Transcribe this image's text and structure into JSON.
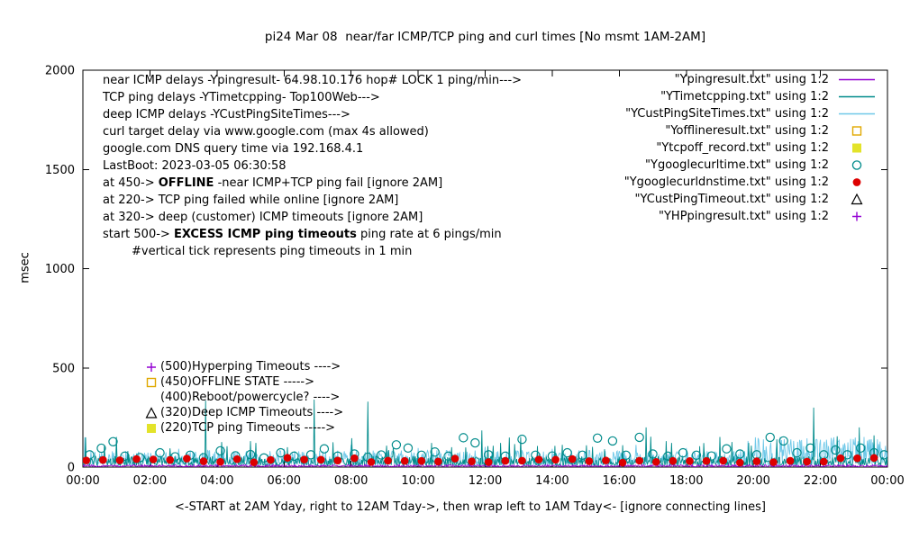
{
  "title": "pi24 Mar 08  near/far ICMP/TCP ping and curl times [No msmt 1AM-2AM]",
  "ylabel": "msec",
  "xlabel": "<-START at 2AM Yday, right to 12AM Tday->, then wrap left to 1AM Tday<- [ignore connecting lines]",
  "annotations_top": [
    {
      "segments": [
        {
          "t": "near ICMP delays -Ypingresult- 64.98.10.176 hop# LOCK 1 ping/min--->",
          "b": false
        }
      ]
    },
    {
      "segments": [
        {
          "t": "TCP ping delays -YTimetcpping- Top100Web--->",
          "b": false
        }
      ]
    },
    {
      "segments": [
        {
          "t": "deep ICMP delays -YCustPingSiteTimes--->",
          "b": false
        }
      ]
    },
    {
      "segments": [
        {
          "t": "curl target delay via www.google.com (max 4s allowed)",
          "b": false
        }
      ]
    },
    {
      "segments": [
        {
          "t": "google.com DNS query time via 192.168.4.1",
          "b": false
        }
      ]
    },
    {
      "segments": [
        {
          "t": "LastBoot: 2023-03-05 06:30:58",
          "b": false
        }
      ]
    },
    {
      "segments": [
        {
          "t": "at 450->  ",
          "b": false
        },
        {
          "t": "OFFLINE",
          "b": true
        },
        {
          "t": "  -near ICMP+TCP ping fail [ignore 2AM]",
          "b": false
        }
      ]
    },
    {
      "segments": [
        {
          "t": "at 220-> TCP ping failed while online [ignore 2AM]",
          "b": false
        }
      ]
    },
    {
      "segments": [
        {
          "t": "at 320-> deep (customer) ICMP timeouts [ignore 2AM]",
          "b": false
        }
      ]
    },
    {
      "segments": [
        {
          "t": "start 500->  ",
          "b": false
        },
        {
          "t": "EXCESS ICMP ping timeouts",
          "b": true
        },
        {
          "t": "  ping rate at 6 pings/min",
          "b": false
        }
      ]
    },
    {
      "segments": [
        {
          "t": "#vertical tick represents ping timeouts in 1 min",
          "b": false
        }
      ],
      "indent": true
    }
  ],
  "annotations_mid": [
    {
      "marker": "plus",
      "color": "#9400d3",
      "text": "(500)Hyperping Timeouts ---->"
    },
    {
      "marker": "open-square",
      "color": "#e0a800",
      "text": "(450)OFFLINE STATE ----->"
    },
    {
      "marker": "none",
      "color": "",
      "text": "(400)Reboot/powercycle? ---->"
    },
    {
      "marker": "open-triangle",
      "color": "#000000",
      "text": "(320)Deep ICMP Timeouts ---->"
    },
    {
      "marker": "filled-square",
      "color": "#e3e32a",
      "text": "(220)TCP ping Timeouts ----->"
    }
  ],
  "legend": [
    {
      "label": "\"Ypingresult.txt\" using 1:2",
      "marker": "line",
      "color": "#9400d3"
    },
    {
      "label": "\"YTimetcpping.txt\" using 1:2",
      "marker": "line",
      "color": "#008b8b"
    },
    {
      "label": "\"YCustPingSiteTimes.txt\" using 1:2",
      "marker": "line",
      "color": "#6fc8e8"
    },
    {
      "label": "\"Yofflineresult.txt\" using 1:2",
      "marker": "open-square",
      "color": "#e0a800"
    },
    {
      "label": "\"Ytcpoff_record.txt\" using 1:2",
      "marker": "filled-square",
      "color": "#e3e32a"
    },
    {
      "label": "\"Ygooglecurltime.txt\" using 1:2",
      "marker": "open-circle",
      "color": "#008b8b"
    },
    {
      "label": "\"Ygooglecurldnstime.txt\" using 1:2",
      "marker": "filled-circle",
      "color": "#dd0000"
    },
    {
      "label": "\"YCustPingTimeout.txt\" using 1:2",
      "marker": "open-triangle",
      "color": "#000000"
    },
    {
      "label": "\"YHPpingresult.txt\" using 1:2",
      "marker": "plus",
      "color": "#9400d3"
    }
  ],
  "chart_data": {
    "type": "line",
    "x_unit": "hour-of-day",
    "x_range": [
      0,
      24
    ],
    "y_range": [
      0,
      2000
    ],
    "x_ticks": [
      "00:00",
      "02:00",
      "04:00",
      "06:00",
      "08:00",
      "10:00",
      "12:00",
      "14:00",
      "16:00",
      "18:00",
      "20:00",
      "22:00",
      "00:00"
    ],
    "y_ticks": [
      0,
      500,
      1000,
      1500,
      2000
    ],
    "grid": false,
    "legend_position": "top-right-inside",
    "series": [
      {
        "name": "Ypingresult.txt",
        "style": "line",
        "color": "#9400d3",
        "baseline_msec": [
          2,
          12
        ],
        "spikes": []
      },
      {
        "name": "YTimetcpping.txt",
        "style": "line",
        "color": "#008b8b",
        "baseline_msec": [
          8,
          55
        ],
        "minor_spikes": {
          "rate": 0.012,
          "range": [
            80,
            160
          ]
        },
        "spikes": [
          [
            0.08,
            150
          ],
          [
            1.0,
            152
          ],
          [
            2.6,
            95
          ],
          [
            3.65,
            335
          ],
          [
            4.3,
            105
          ],
          [
            5.15,
            122
          ],
          [
            6.1,
            100
          ],
          [
            6.9,
            340
          ],
          [
            7.45,
            125
          ],
          [
            8.5,
            330
          ],
          [
            9.05,
            108
          ],
          [
            10.4,
            122
          ],
          [
            11.0,
            100
          ],
          [
            11.9,
            185
          ],
          [
            12.45,
            122
          ],
          [
            13.05,
            152
          ],
          [
            14.3,
            112
          ],
          [
            15.2,
            102
          ],
          [
            16.1,
            110
          ],
          [
            16.8,
            200
          ],
          [
            17.55,
            122
          ],
          [
            18.4,
            105
          ],
          [
            19.0,
            152
          ],
          [
            19.85,
            122
          ],
          [
            20.7,
            140
          ],
          [
            21.8,
            300
          ],
          [
            22.5,
            155
          ],
          [
            23.15,
            200
          ],
          [
            23.6,
            160
          ]
        ]
      },
      {
        "name": "YCustPingSiteTimes.txt",
        "style": "line",
        "color": "#6fc8e8",
        "baseline_msec": [
          10,
          85
        ],
        "ramp": {
          "from": 19.8,
          "max": 150
        },
        "spikes": [
          [
            0.05,
            150
          ],
          [
            1.0,
            128
          ],
          [
            2.85,
            92
          ],
          [
            4.2,
            102
          ],
          [
            6.0,
            92
          ],
          [
            8.0,
            112
          ],
          [
            10.0,
            96
          ],
          [
            12.0,
            102
          ],
          [
            14.0,
            92
          ],
          [
            16.5,
            112
          ],
          [
            18.0,
            96
          ],
          [
            20.3,
            140
          ],
          [
            20.8,
            152
          ],
          [
            21.2,
            132
          ],
          [
            21.6,
            145
          ],
          [
            22.0,
            138
          ],
          [
            22.4,
            150
          ],
          [
            22.9,
            142
          ],
          [
            23.3,
            152
          ],
          [
            23.7,
            140
          ]
        ]
      },
      {
        "name": "Yofflineresult.txt",
        "style": "points",
        "marker": "open-square",
        "color": "#e0a800",
        "points": []
      },
      {
        "name": "Ytcpoff_record.txt",
        "style": "points",
        "marker": "filled-square",
        "color": "#e3e32a",
        "points": []
      },
      {
        "name": "Ygooglecurltime.txt",
        "style": "points",
        "marker": "open-circle",
        "color": "#008b8b",
        "points": [
          [
            0.2,
            62
          ],
          [
            0.55,
            95
          ],
          [
            0.9,
            128
          ],
          [
            1.25,
            55
          ],
          [
            1.7,
            48
          ],
          [
            2.3,
            72
          ],
          [
            2.75,
            52
          ],
          [
            3.2,
            60
          ],
          [
            3.6,
            47
          ],
          [
            4.1,
            82
          ],
          [
            4.55,
            57
          ],
          [
            5.0,
            63
          ],
          [
            5.4,
            46
          ],
          [
            5.9,
            72
          ],
          [
            6.3,
            55
          ],
          [
            6.8,
            62
          ],
          [
            7.2,
            92
          ],
          [
            7.6,
            55
          ],
          [
            8.1,
            66
          ],
          [
            8.5,
            50
          ],
          [
            8.9,
            61
          ],
          [
            9.35,
            112
          ],
          [
            9.7,
            96
          ],
          [
            10.1,
            60
          ],
          [
            10.5,
            76
          ],
          [
            10.9,
            55
          ],
          [
            11.35,
            148
          ],
          [
            11.7,
            122
          ],
          [
            12.1,
            62
          ],
          [
            12.6,
            55
          ],
          [
            13.1,
            140
          ],
          [
            13.5,
            60
          ],
          [
            14.0,
            56
          ],
          [
            14.45,
            72
          ],
          [
            14.9,
            60
          ],
          [
            15.35,
            146
          ],
          [
            15.8,
            132
          ],
          [
            16.2,
            60
          ],
          [
            16.6,
            150
          ],
          [
            17.0,
            66
          ],
          [
            17.45,
            55
          ],
          [
            17.9,
            72
          ],
          [
            18.3,
            60
          ],
          [
            18.75,
            56
          ],
          [
            19.2,
            92
          ],
          [
            19.6,
            66
          ],
          [
            20.1,
            62
          ],
          [
            20.5,
            150
          ],
          [
            20.9,
            132
          ],
          [
            21.3,
            72
          ],
          [
            21.7,
            96
          ],
          [
            22.1,
            62
          ],
          [
            22.45,
            86
          ],
          [
            22.8,
            62
          ],
          [
            23.2,
            96
          ],
          [
            23.6,
            72
          ],
          [
            23.9,
            62
          ]
        ]
      },
      {
        "name": "Ygooglecurldnstime.txt",
        "style": "points",
        "marker": "filled-circle",
        "color": "#dd0000",
        "pattern": {
          "start": 0.1,
          "end": 23.9,
          "step": 0.5,
          "y_range": [
            22,
            48
          ]
        }
      },
      {
        "name": "YCustPingTimeout.txt",
        "style": "points",
        "marker": "open-triangle",
        "color": "#000000",
        "points": []
      },
      {
        "name": "YHPpingresult.txt",
        "style": "points",
        "marker": "plus",
        "color": "#9400d3",
        "points": []
      }
    ]
  }
}
